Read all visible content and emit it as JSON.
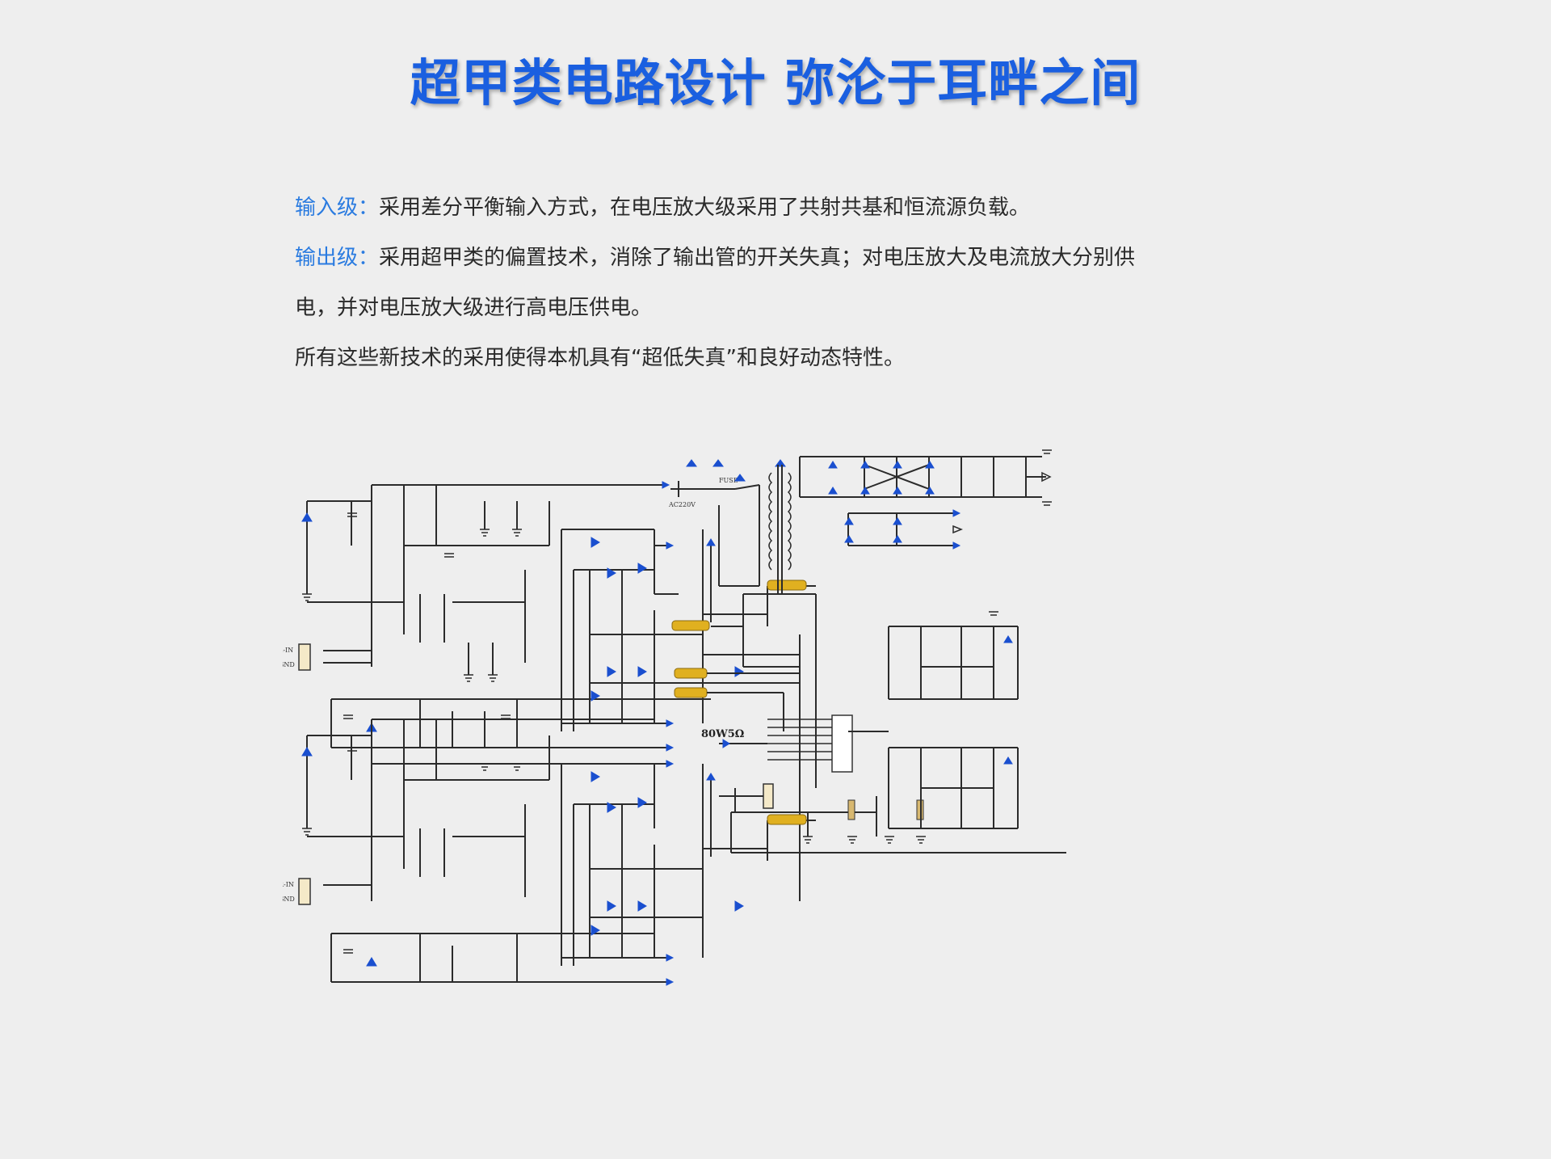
{
  "title": "超甲类电路设计 弥沦于耳畔之间",
  "paragraphs": {
    "input": {
      "label": "输入级：",
      "text": "采用差分平衡输入方式，在电压放大级采用了共射共基和恒流源负载。"
    },
    "output": {
      "label": "输出级：",
      "text_line1": "采用超甲类的偏置技术，消除了输出管的开关失真；对电压放大及电流放大分别供",
      "text_line2": "电，并对电压放大级进行高电压供电。"
    },
    "summary": "所有这些新技术的采用使得本机具有“超低失真”和良好动态特性。"
  },
  "schematic": {
    "power_label": "80W5Ω",
    "input_labels": [
      "L-IN",
      "GND",
      "R-IN",
      "GND"
    ],
    "mains_label": "AC220V",
    "fuse_label": "FUSE"
  },
  "colors": {
    "title": "#1a5fe0",
    "label": "#2a7be0",
    "text": "#2a2a2a",
    "background": "#eeeeee",
    "component_blue": "#1a4fcf",
    "connector_gold": "#e0b020"
  }
}
